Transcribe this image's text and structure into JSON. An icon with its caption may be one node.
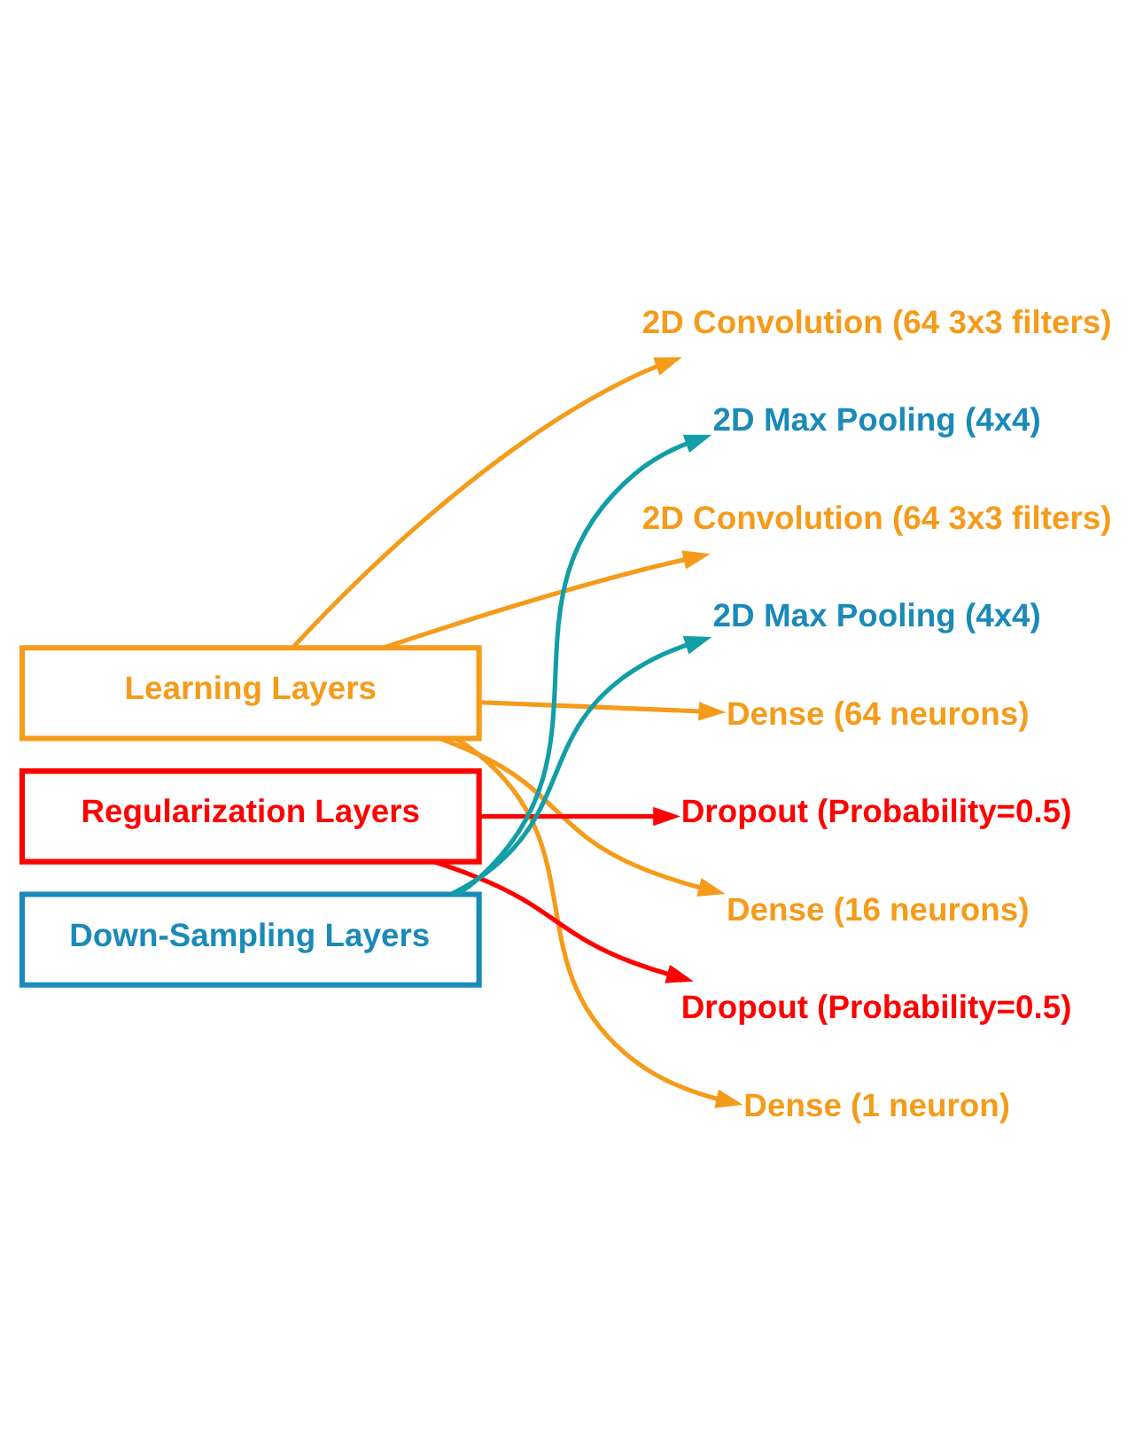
{
  "diagram": {
    "nodes": [
      {
        "text": [
          "2D Convolution (64 3x3 filters)"
        ]
      },
      {
        "text": [
          "2D Max Pooling (4x4)"
        ]
      },
      {
        "text": [
          "2D Convolution (64 3x3 filters)"
        ]
      },
      {
        "text": [
          "2D Max Pooling (4x4)"
        ]
      },
      {
        "text": [
          "Dense (64 neurons)"
        ]
      },
      {
        "text": [
          "Dropout (Probability=0.5)"
        ]
      },
      {
        "text": [
          "Dense (16 neurons)"
        ]
      },
      {
        "text": [
          "Dropout (Probability=0.5)"
        ]
      },
      {
        "text": [
          "Dense (1 neuron)"
        ]
      },
      {
        "text": [
          "Learning Layers"
        ]
      },
      {
        "text": [
          "Regularization Layers"
        ]
      },
      {
        "text": [
          "Down-Sampling Layers"
        ]
      }
    ],
    "edges": [
      {
        "from": 9,
        "to": 0,
        "arrow": "to"
      },
      {
        "from": 9,
        "to": 2,
        "arrow": "to"
      },
      {
        "from": 9,
        "to": 4,
        "arrow": "to"
      },
      {
        "from": 9,
        "to": 6,
        "arrow": "to"
      },
      {
        "from": 9,
        "to": 8,
        "arrow": "to"
      },
      {
        "from": 10,
        "to": 5,
        "arrow": "to",
        "color": "#ff0000"
      },
      {
        "from": 10,
        "to": 7,
        "arrow": "to",
        "color": "#ff0000"
      },
      {
        "from": 11,
        "to": 1,
        "arrow": "to",
        "color": "#129ea6"
      },
      {
        "from": 11,
        "to": 3,
        "arrow": "to",
        "color": "#129ea6"
      }
    ]
  }
}
